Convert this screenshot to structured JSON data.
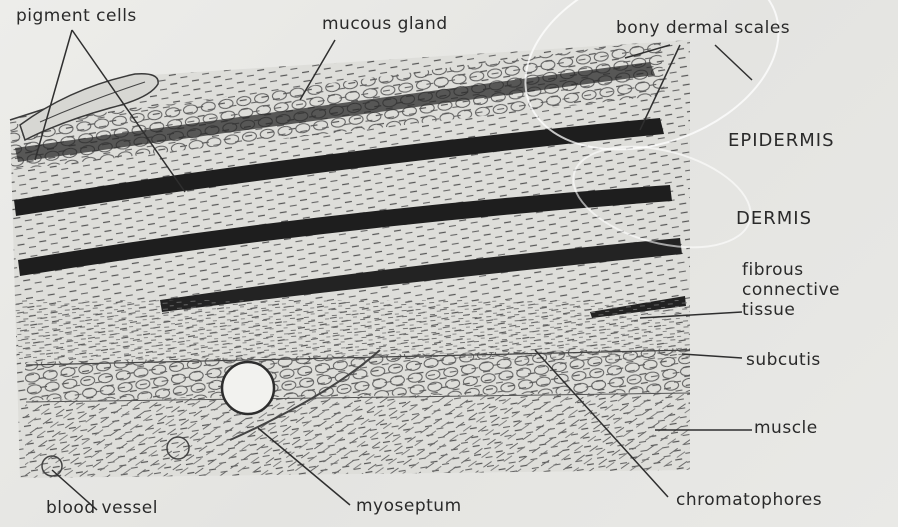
{
  "labels": {
    "pigment_cells": "pigment cells",
    "mucous_gland": "mucous gland",
    "bony_dermal_scales": "bony dermal scales",
    "epidermis": "EPIDERMIS",
    "dermis": "DERMIS",
    "fibrous_line1": "fibrous",
    "fibrous_line2": "connective",
    "fibrous_line3": "tissue",
    "subcutis": "subcutis",
    "muscle": "muscle",
    "blood_vessel": "blood vessel",
    "myoseptum": "myoseptum",
    "chromatophores": "chromatophores"
  },
  "colors": {
    "paper": "#e9e9e6",
    "ink": "#2a2a2a",
    "pigment_band": "#1e1e1e"
  }
}
